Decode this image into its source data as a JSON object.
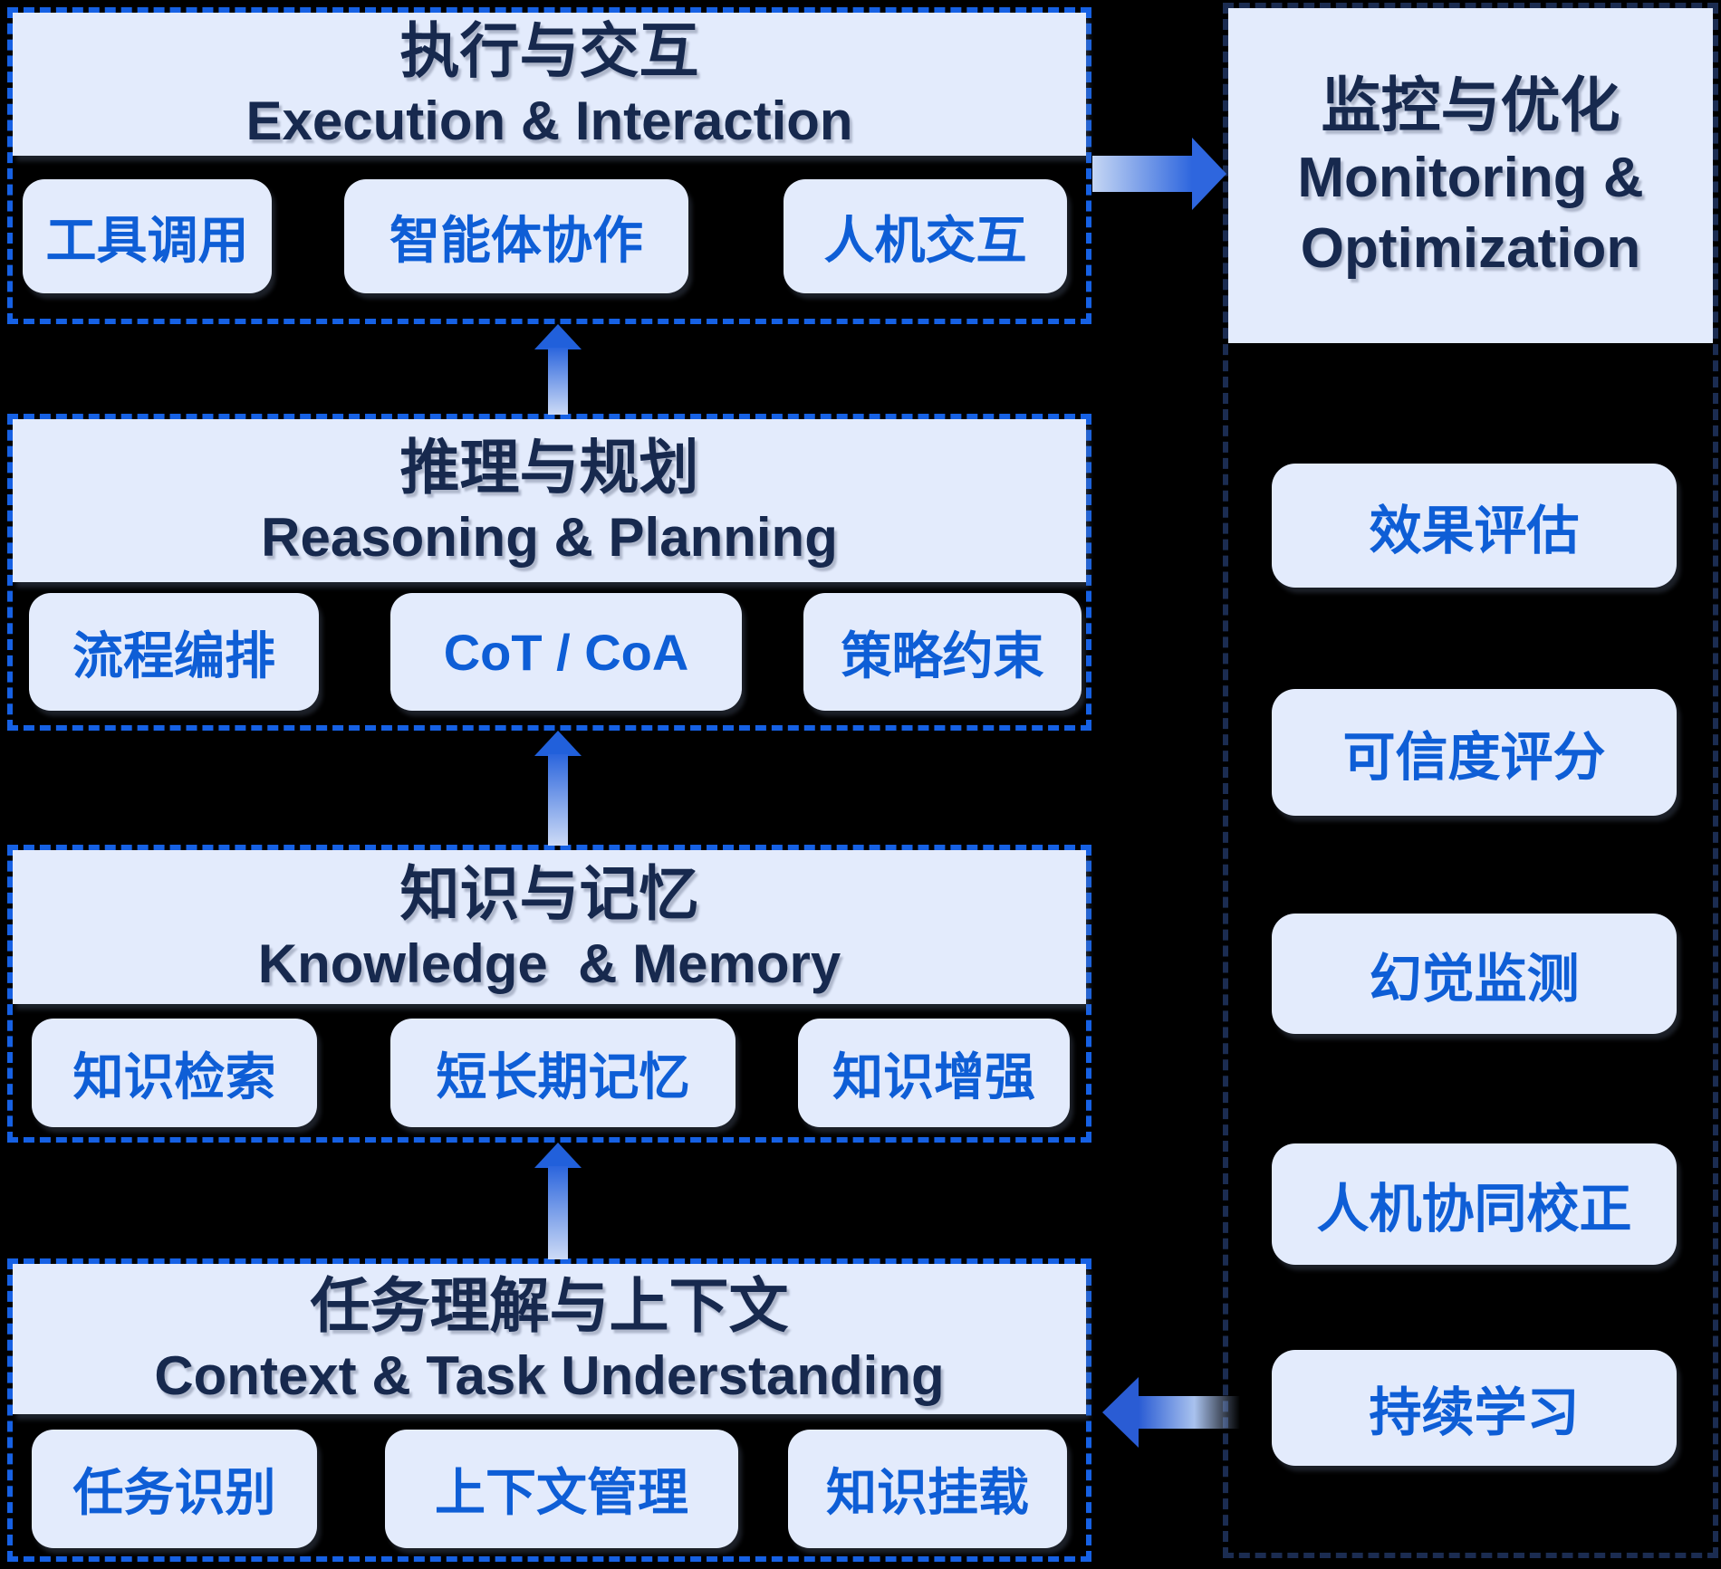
{
  "diagram": {
    "background": "#000000",
    "colors": {
      "layer_border": "#1661e4",
      "panel_border": "#1b2c51",
      "box_fill": "#e3ebfc",
      "header_text": "#17294e",
      "item_text": "#0e5ed6",
      "arrow_dark": "#2b65dd",
      "arrow_light": "#cddbf6"
    },
    "layers": [
      {
        "title_zh": "执行与交互",
        "title_en": "Execution & Interaction",
        "items": [
          "工具调用",
          "智能体协作",
          "人机交互"
        ]
      },
      {
        "title_zh": "推理与规划",
        "title_en": "Reasoning & Planning",
        "items": [
          "流程编排",
          "CoT / CoA",
          "策略约束"
        ]
      },
      {
        "title_zh": "知识与记忆",
        "title_en": "Knowledge  & Memory",
        "items": [
          "知识检索",
          "短长期记忆",
          "知识增强"
        ]
      },
      {
        "title_zh": "任务理解与上下文",
        "title_en": "Context & Task Understanding",
        "items": [
          "任务识别",
          "上下文管理",
          "知识挂载"
        ]
      }
    ],
    "side_panel": {
      "title_zh": "监控与优化",
      "title_en_line1": "Monitoring &",
      "title_en_line2": "Optimization",
      "items": [
        "效果评估",
        "可信度评分",
        "幻觉监测",
        "人机协同校正",
        "持续学习"
      ]
    },
    "connectors": [
      {
        "name": "arrow-context-to-knowledge-icon",
        "direction": "up"
      },
      {
        "name": "arrow-knowledge-to-reasoning-icon",
        "direction": "up"
      },
      {
        "name": "arrow-reasoning-to-execution-icon",
        "direction": "up"
      },
      {
        "name": "arrow-execution-to-monitoring-icon",
        "direction": "right"
      },
      {
        "name": "arrow-monitoring-to-context-icon",
        "direction": "left"
      }
    ]
  }
}
